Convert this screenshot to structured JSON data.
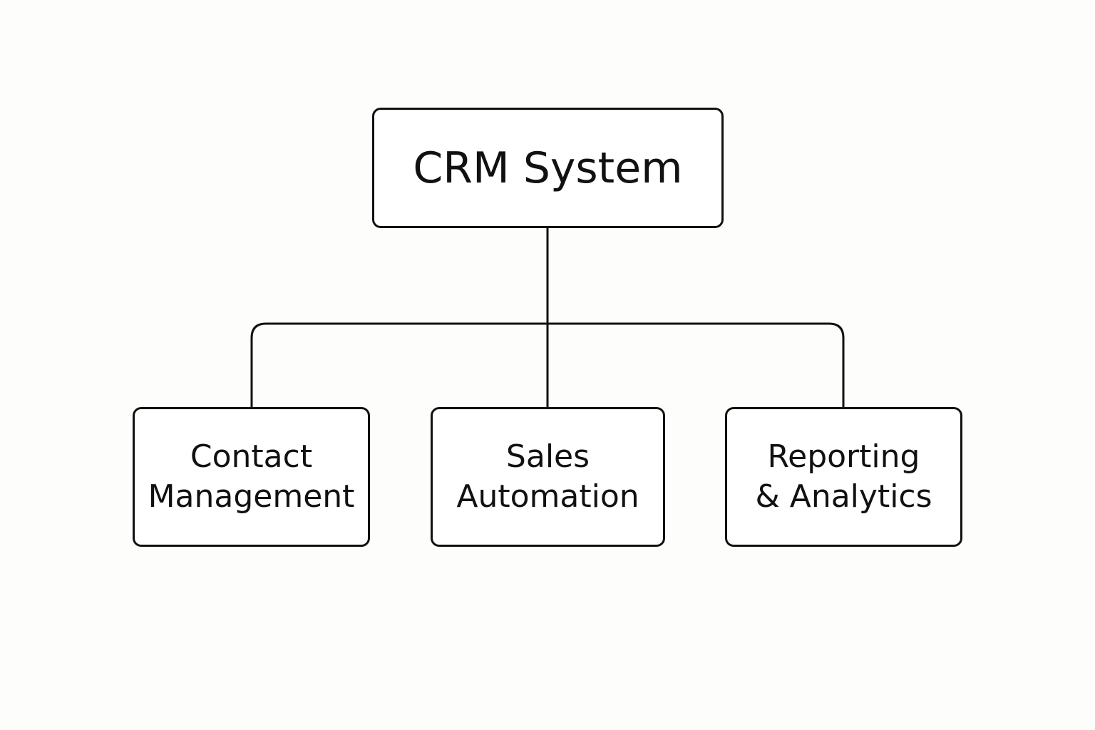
{
  "diagram": {
    "root": {
      "label": "CRM System"
    },
    "children": [
      {
        "label": "Contact\nManagement"
      },
      {
        "label": "Sales\nAutomation"
      },
      {
        "label": "Reporting\n& Analytics"
      }
    ]
  },
  "colors": {
    "stroke": "#111111",
    "background": "#fdfdfb",
    "node_fill": "#ffffff",
    "text": "#111111"
  }
}
